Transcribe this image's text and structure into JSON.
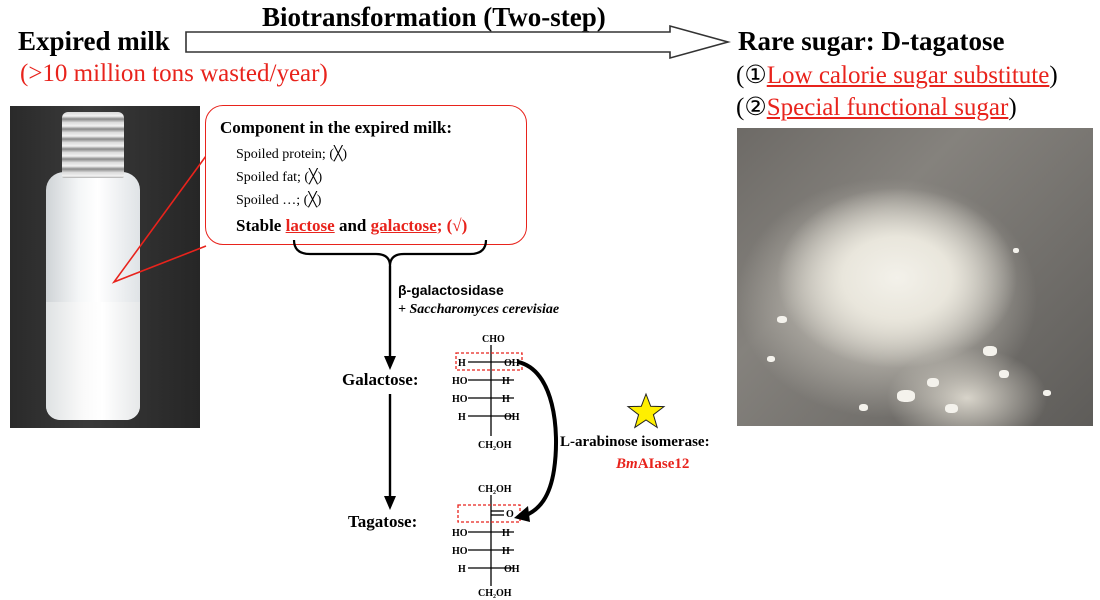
{
  "header": {
    "left_title": "Expired milk",
    "left_note": "(>10 million tons wasted/year)",
    "arrow_label": "Biotransformation (Two-step)",
    "right_title": "Rare sugar: D-tagatose",
    "right_note1_open": "(",
    "right_note1_num": "①",
    "right_note1_text": "Low calorie sugar substitute",
    "right_note1_close": ")",
    "right_note2_open": "(",
    "right_note2_num": "②",
    "right_note2_text": "Special functional sugar",
    "right_note2_close": ")"
  },
  "callout": {
    "heading": "Component in the expired milk:",
    "items": [
      "Spoiled protein; (╳)",
      "Spoiled fat; (╳)",
      "Spoiled …; (╳)"
    ],
    "stable_prefix": "Stable ",
    "lactose": "lactose",
    "and": " and ",
    "galactose": "galactose",
    "stable_suffix": "; (√)"
  },
  "step1": {
    "enzyme": "β-galactosidase",
    "organism": "+ Saccharomyces cerevisiae"
  },
  "galactose": {
    "label": "Galactose:",
    "top": "CHO",
    "rows": [
      [
        "H",
        "OH"
      ],
      [
        "HO",
        "H"
      ],
      [
        "HO",
        "H"
      ],
      [
        "H",
        "OH"
      ]
    ],
    "bottom": "CH₂OH"
  },
  "tagatose": {
    "label": "Tagatose:",
    "top": "CH₂OH",
    "keto": "O",
    "rows": [
      [
        "HO",
        "H"
      ],
      [
        "HO",
        "H"
      ],
      [
        "H",
        "OH"
      ]
    ],
    "bottom": "CH₂OH"
  },
  "step2": {
    "enzyme": "L-arabinose isomerase:",
    "name_italic": "Bm",
    "name_rest": "AIase12"
  },
  "colors": {
    "accent": "#e8231c",
    "star": "#ffef00"
  }
}
